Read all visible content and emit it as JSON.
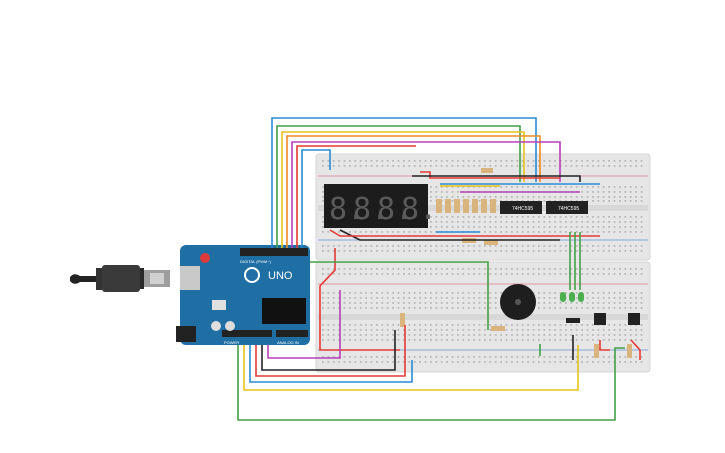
{
  "arduino": {
    "brand": "UNO",
    "header_label": "DIGITAL (PWM~)",
    "power_label": "POWER",
    "analog_label": "ANALOG IN"
  },
  "display": {
    "digits": [
      "8.",
      "8.",
      "8.",
      "8."
    ],
    "color": "#5a5a5a"
  },
  "chips": [
    {
      "label": "74HC595"
    },
    {
      "label": "74HC595"
    }
  ],
  "colors": {
    "breadboard": "#e6e6e6",
    "arduino": "#1f6fa5",
    "wire_red": "#e53935",
    "wire_black": "#222222",
    "wire_blue": "#2a8bd6",
    "wire_green": "#43a047",
    "wire_yellow": "#e6c419",
    "wire_orange": "#f08a24",
    "wire_purple": "#b640b8",
    "led_green": "#4caf50"
  }
}
